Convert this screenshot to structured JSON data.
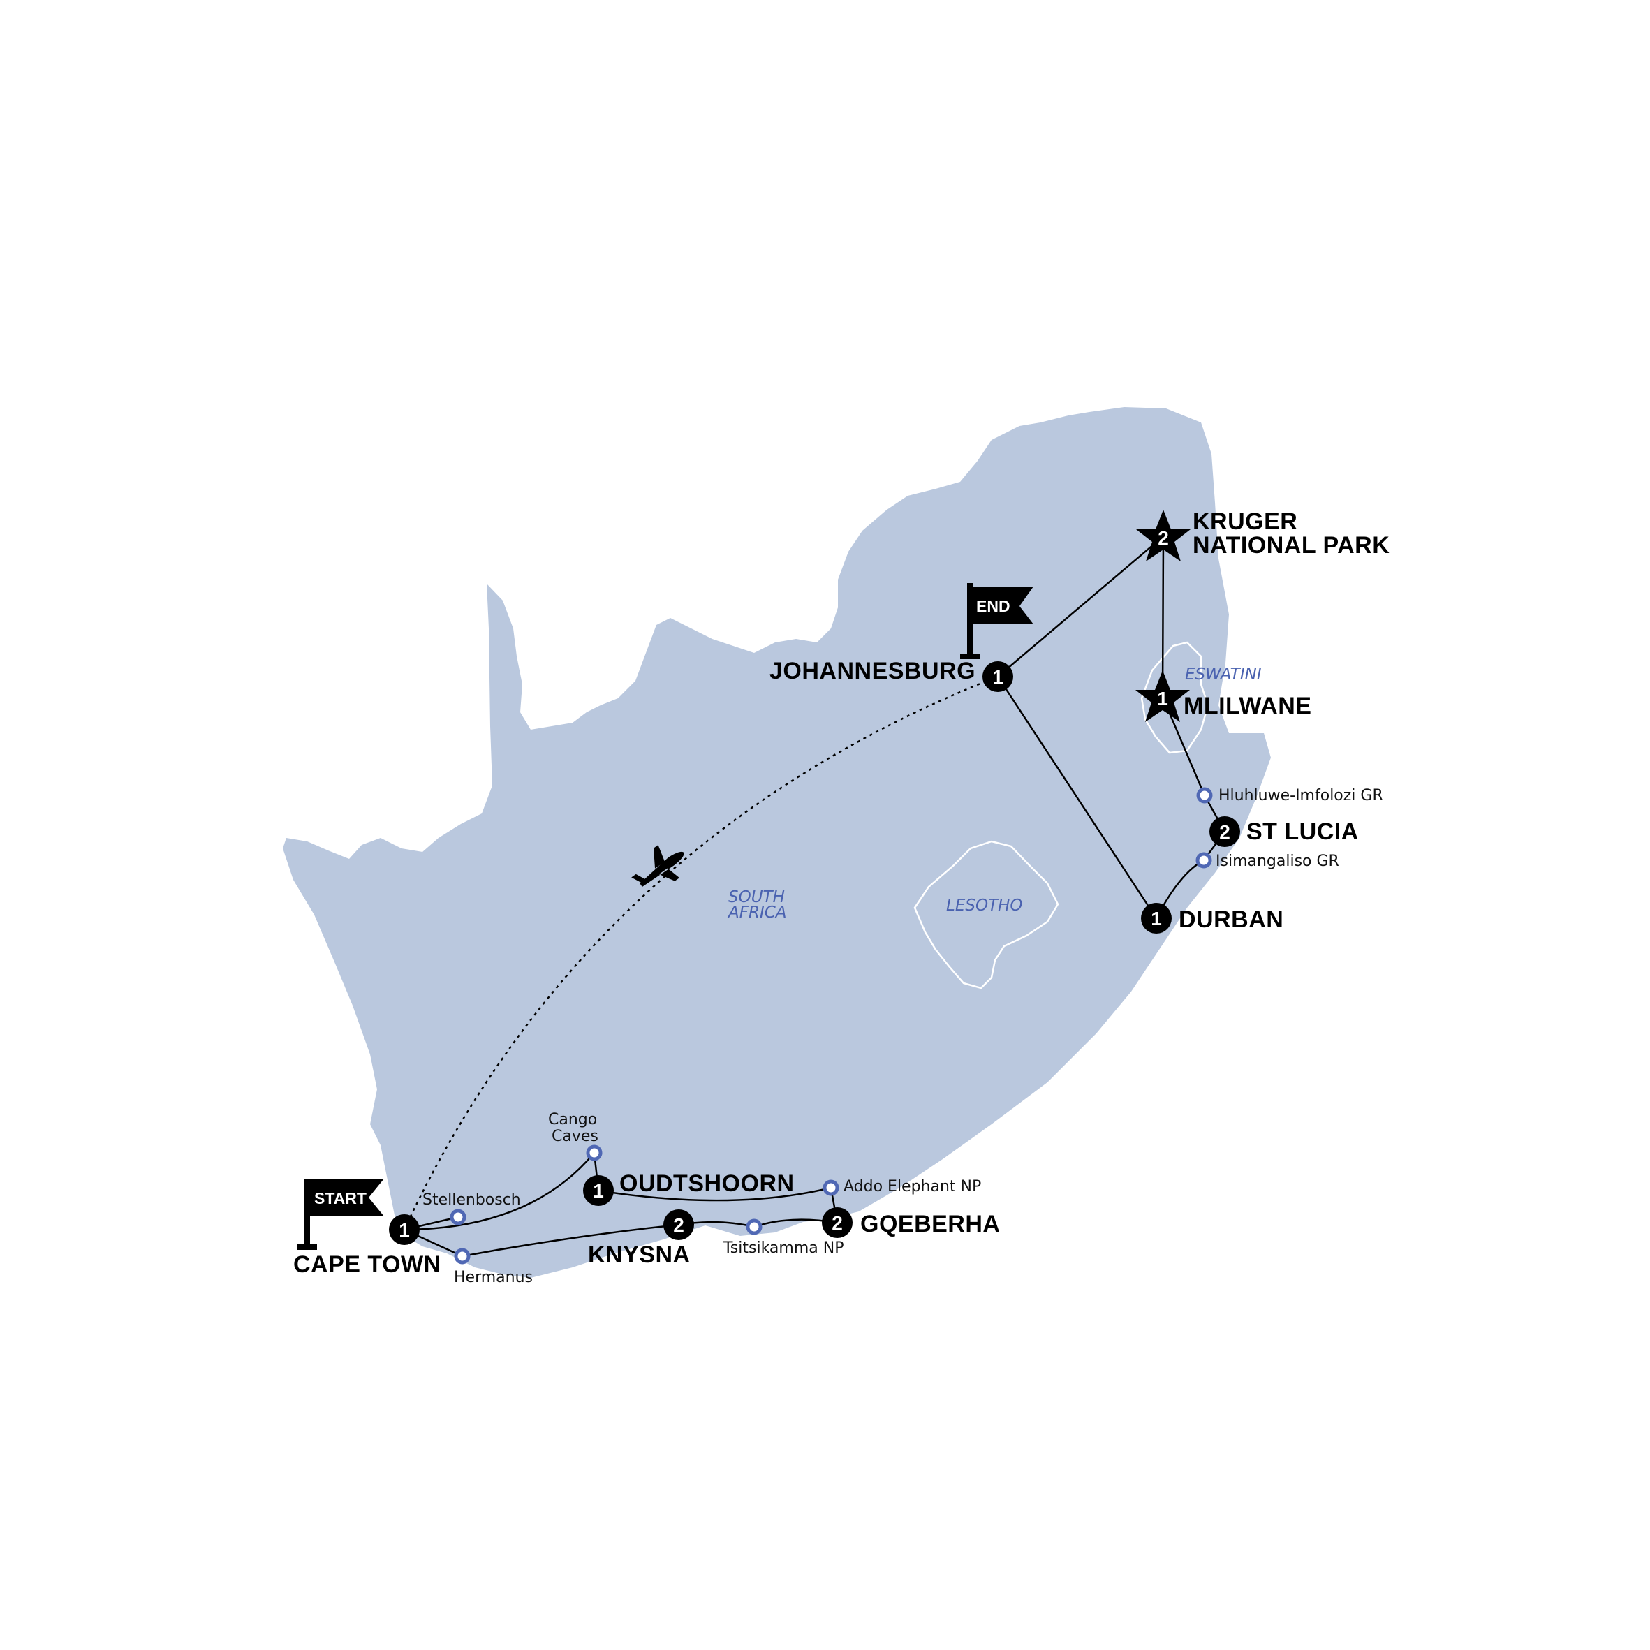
{
  "map": {
    "colors": {
      "land": "#bac8de",
      "route": "#000000",
      "poi_ring": "#5068b4",
      "country_label": "#4a62b0",
      "border": "#ffffff"
    },
    "countries": [
      {
        "name": "South Africa",
        "label_line1": "SOUTH",
        "label_line2": "AFRICA"
      },
      {
        "name": "Lesotho",
        "label": "LESOTHO"
      },
      {
        "name": "Eswatini",
        "label": "ESWATINI"
      }
    ],
    "flags": {
      "start": "START",
      "end": "END"
    },
    "overnight_stops": [
      {
        "name": "CAPE TOWN",
        "nights": "1",
        "marker": "circle"
      },
      {
        "name": "OUDTSHOORN",
        "nights": "1",
        "marker": "circle"
      },
      {
        "name": "KNYSNA",
        "nights": "2",
        "marker": "circle"
      },
      {
        "name": "GQEBERHA",
        "nights": "2",
        "marker": "circle"
      },
      {
        "name": "DURBAN",
        "nights": "1",
        "marker": "circle"
      },
      {
        "name": "ST LUCIA",
        "nights": "2",
        "marker": "circle"
      },
      {
        "name": "MLILWANE",
        "nights": "1",
        "marker": "star"
      },
      {
        "name_line1": "KRUGER",
        "name_line2": "NATIONAL PARK",
        "nights": "2",
        "marker": "star"
      },
      {
        "name": "JOHANNESBURG",
        "nights": "1",
        "marker": "circle"
      }
    ],
    "visits": [
      {
        "name": "Stellenbosch"
      },
      {
        "name": "Hermanus"
      },
      {
        "name_line1": "Cango",
        "name_line2": "Caves"
      },
      {
        "name": "Addo Elephant NP"
      },
      {
        "name": "Tsitsikamma NP"
      },
      {
        "name": "Isimangaliso GR"
      },
      {
        "name": "Hluhluwe-Imfolozi GR"
      }
    ],
    "flight": {
      "from": "JOHANNESBURG",
      "to": "CAPE TOWN",
      "icon": "airplane-icon"
    }
  }
}
